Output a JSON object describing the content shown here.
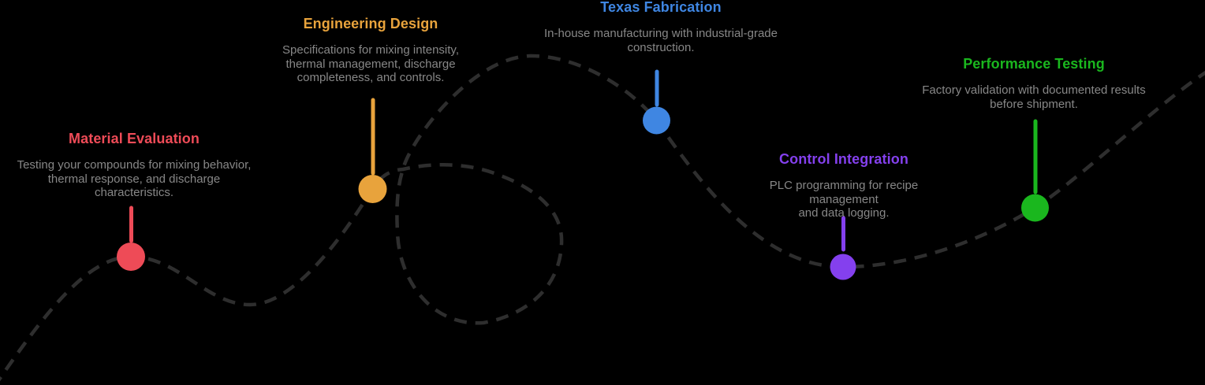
{
  "background_color": "#000000",
  "curve": {
    "style": "dashed",
    "color": "#2e2e2e"
  },
  "milestones": [
    {
      "title": "Material Evaluation",
      "color": "#ee4b57",
      "description_lines": [
        "Testing your compounds for mixing behavior,",
        "thermal response, and discharge",
        "characteristics."
      ]
    },
    {
      "title": "Engineering Design",
      "color": "#e8a33c",
      "description_lines": [
        "Specifications for mixing intensity,",
        "thermal management, discharge",
        "completeness, and controls."
      ]
    },
    {
      "title": "Texas Fabrication",
      "color": "#3f86e2",
      "description_lines": [
        "In-house manufacturing with industrial-grade",
        "construction."
      ]
    },
    {
      "title": "Control Integration",
      "color": "#8440ee",
      "description_lines": [
        "PLC programming for recipe management",
        "and data logging."
      ]
    },
    {
      "title": "Performance Testing",
      "color": "#1ab71e",
      "description_lines": [
        "Factory validation with documented results",
        "before shipment."
      ]
    }
  ]
}
